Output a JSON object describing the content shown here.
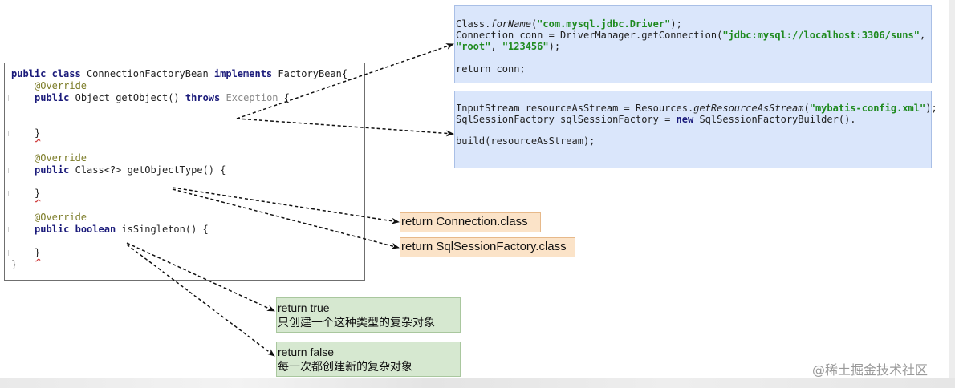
{
  "factory_bean_code": {
    "class_decl": {
      "kw_public": "public",
      "kw_class": "class",
      "class_name": "ConnectionFactoryBean",
      "kw_implements": "implements",
      "interface_name": "FactoryBean{"
    },
    "methods": [
      {
        "annotation": "@Override",
        "kw_public": "public",
        "return_type": "Object",
        "signature": "getObject()",
        "kw_throws": "throws",
        "exception": "Exception",
        "open": "{",
        "close": "}"
      },
      {
        "annotation": "@Override",
        "kw_public": "public",
        "return_type": "Class<?>",
        "signature": "getObjectType() {",
        "close": "}"
      },
      {
        "annotation": "@Override",
        "kw_public": "public",
        "kw_boolean": "boolean",
        "signature": "isSingleton() {",
        "close": "}"
      }
    ],
    "class_close": "}"
  },
  "get_object_impls": [
    {
      "lines": {
        "l1_prefix": "Class.",
        "l1_method": "forName",
        "l1_open": "(",
        "l1_str": "\"com.mysql.jdbc.Driver\"",
        "l1_close": ");",
        "l2_prefix": "Connection conn = DriverManager.getConnection(",
        "l2_str": "\"jdbc:mysql://localhost:3306/suns\"",
        "l2_suffix": ",",
        "l3_str1": "\"root\"",
        "l3_sep": ", ",
        "l3_str2": "\"123456\"",
        "l3_close": ");",
        "l4": "return conn;"
      }
    },
    {
      "lines": {
        "l1_prefix": "InputStream resourceAsStream = Resources.",
        "l1_method": "getResourceAsStream",
        "l1_open": "(",
        "l1_str": "\"mybatis-config.xml\"",
        "l1_close": ");",
        "l2_prefix": "SqlSessionFactory sqlSessionFactory = ",
        "l2_kw": "new",
        "l2_suffix": " SqlSessionFactoryBuilder().",
        "l3": "build(resourceAsStream);"
      }
    }
  ],
  "object_type_returns": [
    "return Connection.class",
    "return SqlSessionFactory.class"
  ],
  "singleton_returns": [
    {
      "code": "return true",
      "note": "只创建一个这种类型的复杂对象"
    },
    {
      "code": "return false",
      "note": "每一次都创建新的复杂对象"
    }
  ],
  "watermark": "@稀土掘金技术社区"
}
